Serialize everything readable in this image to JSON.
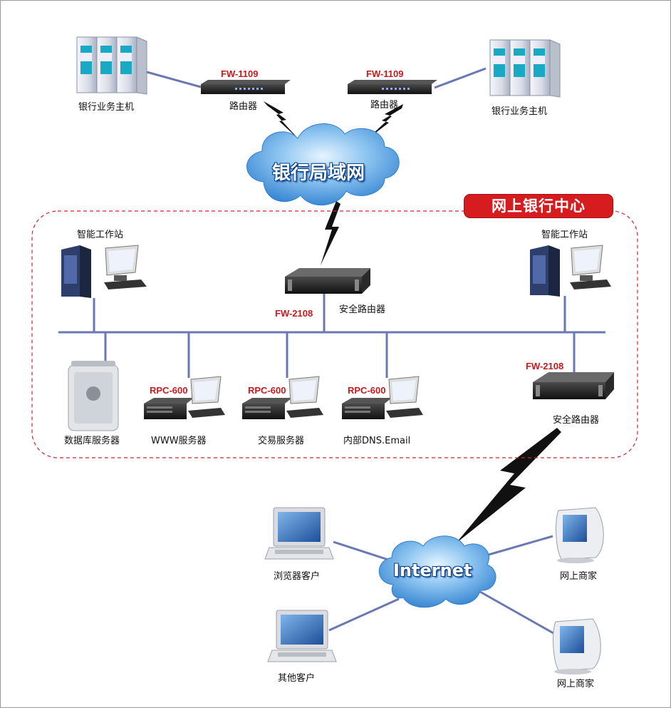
{
  "bank_lan": {
    "label": "银行局域网"
  },
  "internet": {
    "label": "Internet"
  },
  "online_center": {
    "label": "网上银行中心"
  },
  "top_left": {
    "host_label": "银行业务主机",
    "router_model": "FW-1109",
    "router_label": "路由器"
  },
  "top_right": {
    "host_label": "银行业务主机",
    "router_model": "FW-1109",
    "router_label": "路由器"
  },
  "workstations": [
    {
      "label": "智能工作站"
    },
    {
      "label": "智能工作站"
    }
  ],
  "center_router": {
    "model": "FW-2108",
    "label": "安全路由器"
  },
  "servers": [
    {
      "label": "数据库服务器",
      "model": ""
    },
    {
      "label": "WWW服务器",
      "model": "RPC-600"
    },
    {
      "label": "交易服务器",
      "model": "RPC-600"
    },
    {
      "label": "内部DNS.Email",
      "model": "RPC-600"
    }
  ],
  "edge_router": {
    "model": "FW-2108",
    "label": "安全路由器"
  },
  "clients": [
    {
      "label": "浏览器客户"
    },
    {
      "label": "其他客户"
    },
    {
      "label": "网上商家"
    },
    {
      "label": "网上商家"
    }
  ],
  "colors": {
    "link": "#6b78b4",
    "brand_red": "#c8191e",
    "cloud": "#4a9be0",
    "dashed": "#d0262a"
  }
}
